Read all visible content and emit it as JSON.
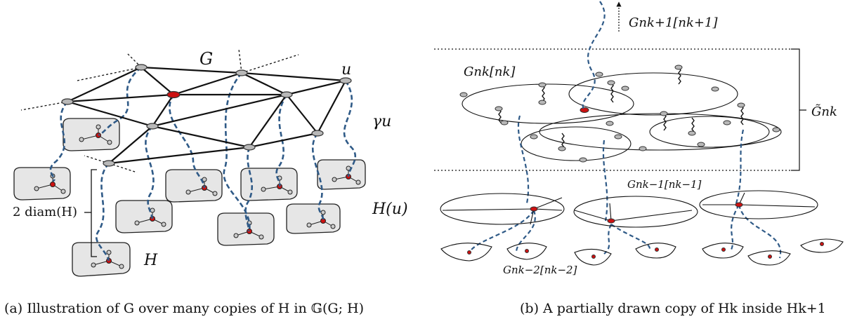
{
  "left": {
    "label_G": "G",
    "label_u": "u",
    "label_gamma": "γu",
    "label_Hu": "H(u)",
    "label_H": "H",
    "label_diam": "2 diam(H)",
    "caption": "(a)  Illustration of G over many copies of H in 𝔾(G; H)"
  },
  "right": {
    "label_top": "Gnk+1[nk+1]",
    "label_main": "Gnk[nk]",
    "label_tilde": "G̃nk",
    "label_mid": "Gnk−1[nk−1]",
    "label_low": "Gnk−2[nk−2]",
    "caption": "(b)  A partially drawn copy of Hk inside Hk+1"
  },
  "colors": {
    "dashed_path": "#2f5a87",
    "red_node": "#cc1111",
    "gray_node": "#b8b8b8",
    "copy_fill": "#e6e6e6"
  }
}
